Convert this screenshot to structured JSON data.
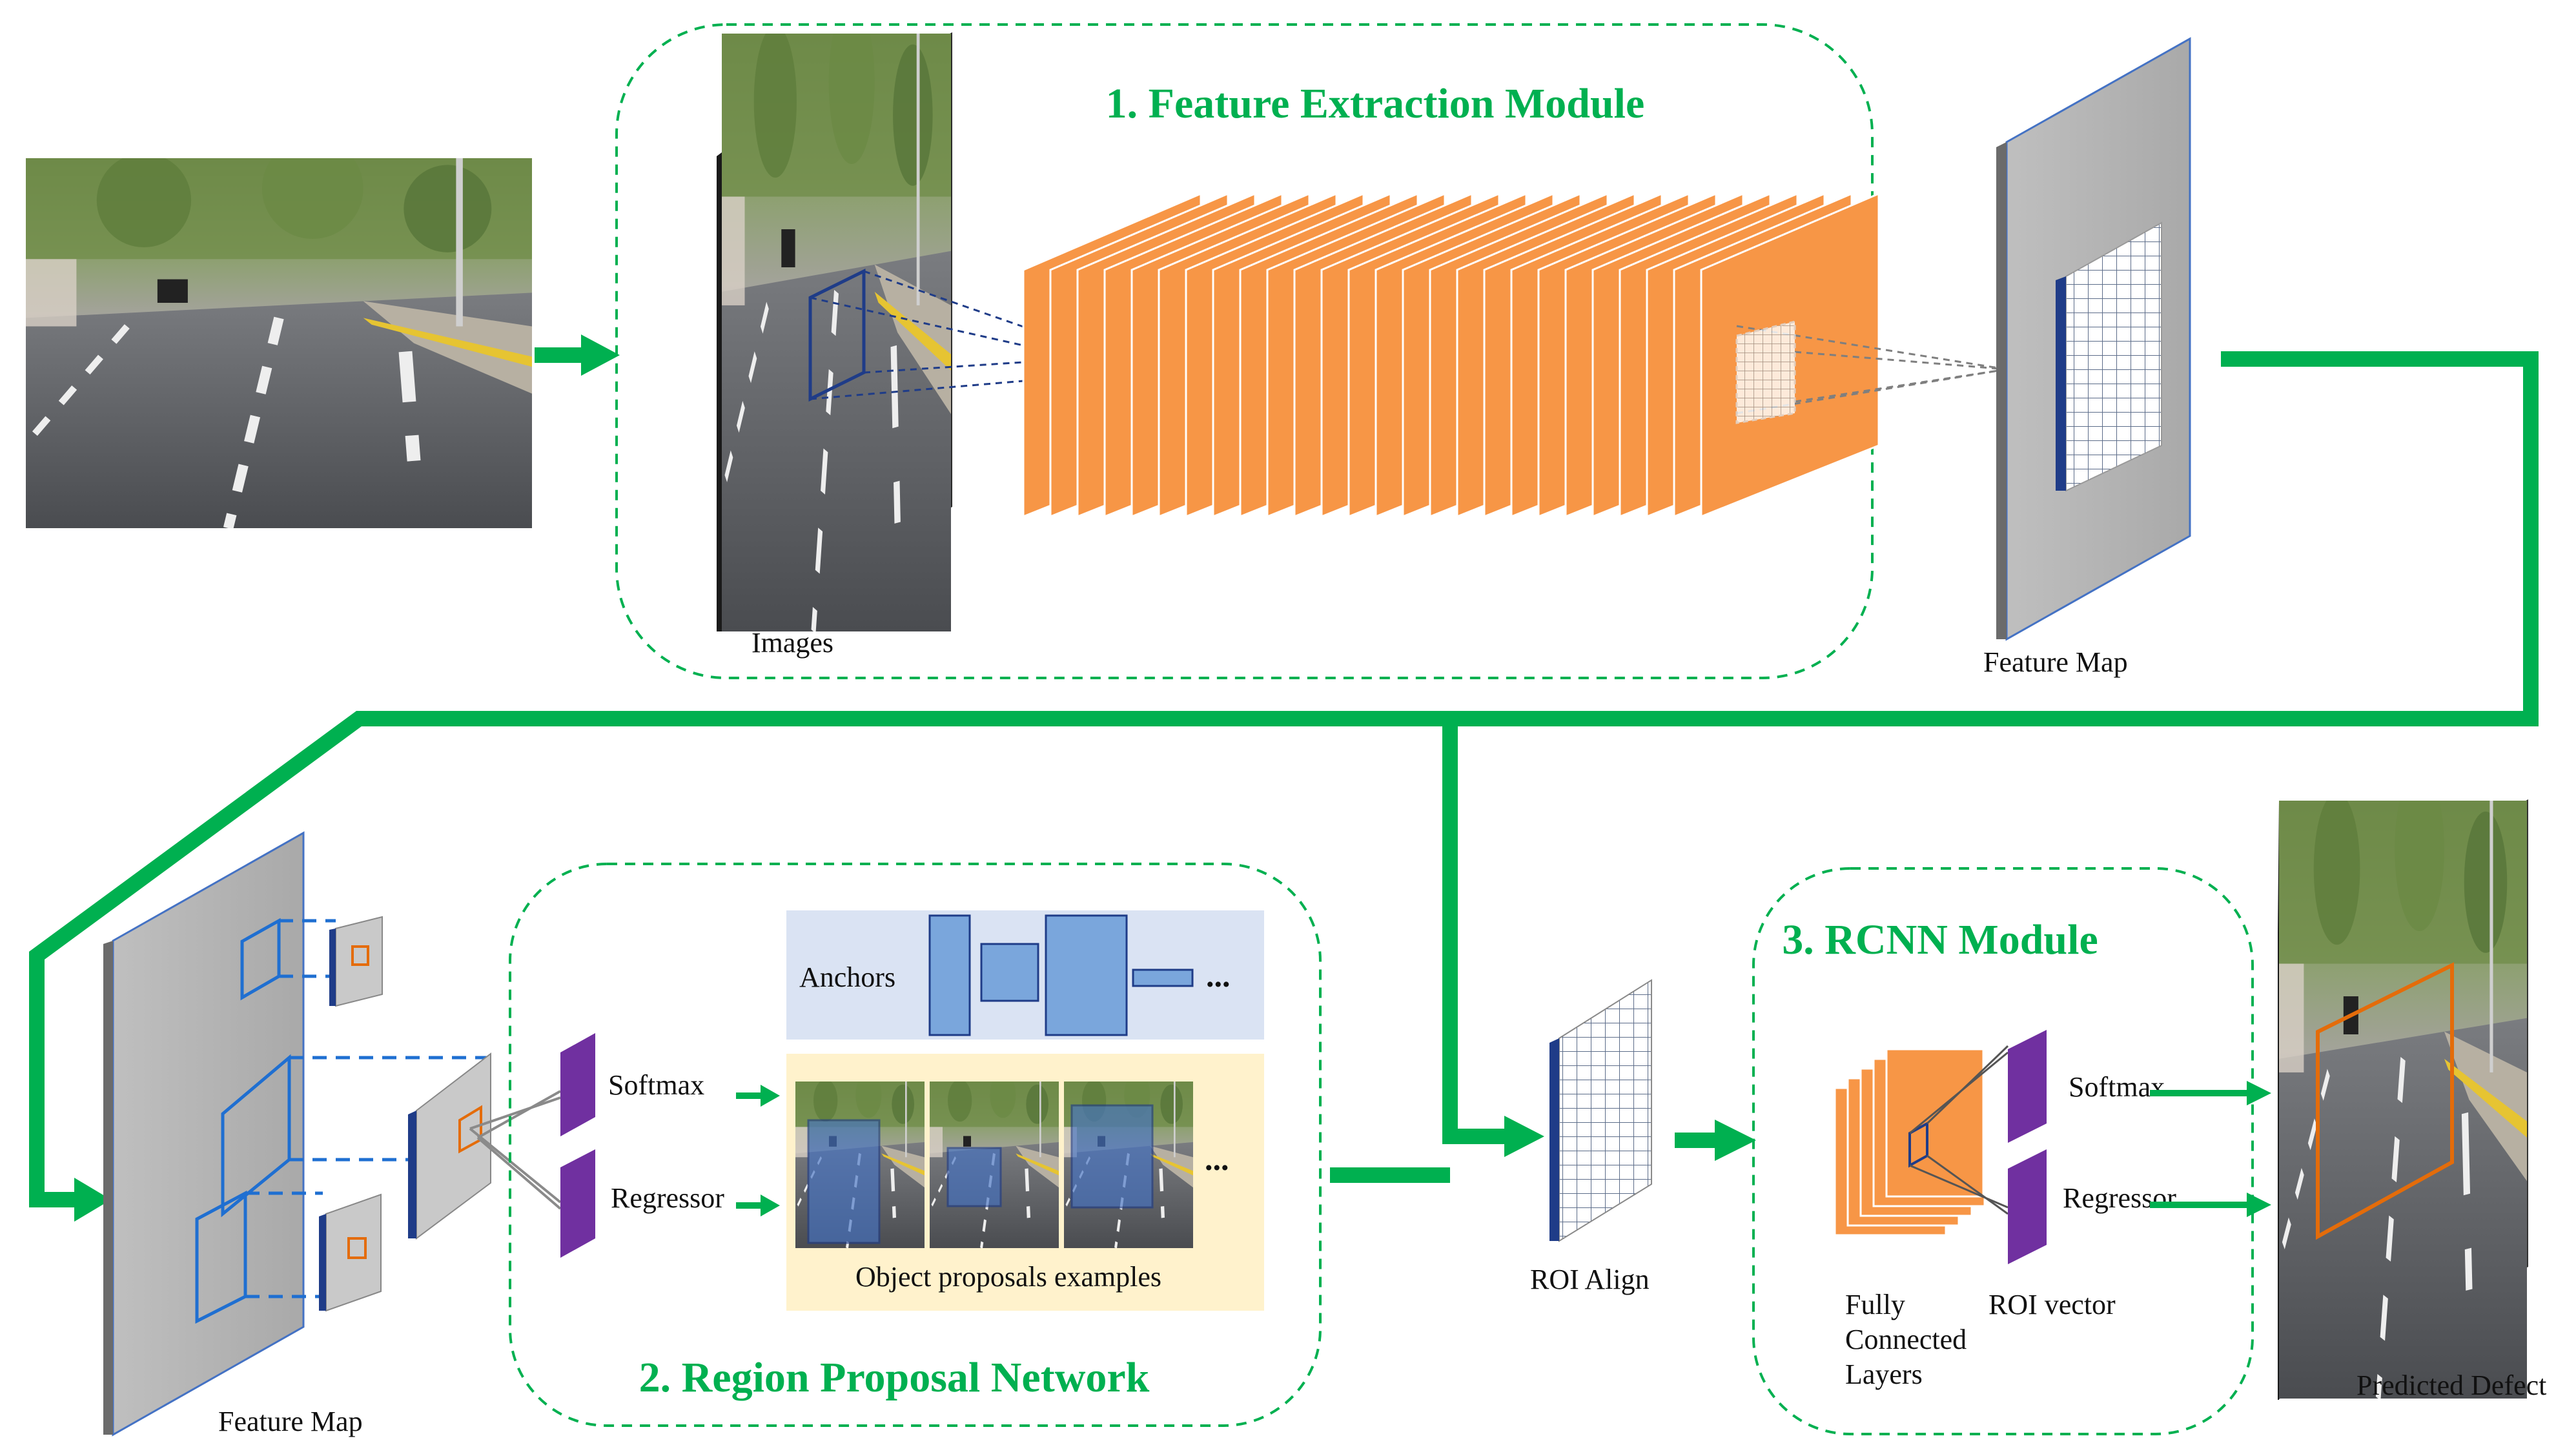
{
  "module1": {
    "title": "1. Feature Extraction Module",
    "images_label": "Images"
  },
  "feature_map_top": {
    "label": "Feature Map"
  },
  "module2": {
    "title": "2. Region Proposal Network",
    "anchors_label": "Anchors",
    "softmax_label": "Softmax",
    "regressor_label": "Regressor",
    "proposals_label": "Object proposals examples",
    "ellipsis": "..."
  },
  "feature_map_bottom": {
    "label": "Feature Map"
  },
  "roi_align": {
    "label": "ROI Align"
  },
  "module3": {
    "title": "3. RCNN Module",
    "softmax_label": "Softmax",
    "regressor_label": "Regressor",
    "fc_label_lines": [
      "Fully",
      "Connected",
      "Layers"
    ],
    "roi_vector_label": "ROI vector"
  },
  "output": {
    "label": "Predicted Defect"
  },
  "colors": {
    "accent_green": "#00b050",
    "layer_orange": "#f79646",
    "proposal_blue": "#4472c4",
    "vector_purple": "#7030a0",
    "anchors_bg": "#dae3f3",
    "proposals_bg": "#fff2cc"
  }
}
